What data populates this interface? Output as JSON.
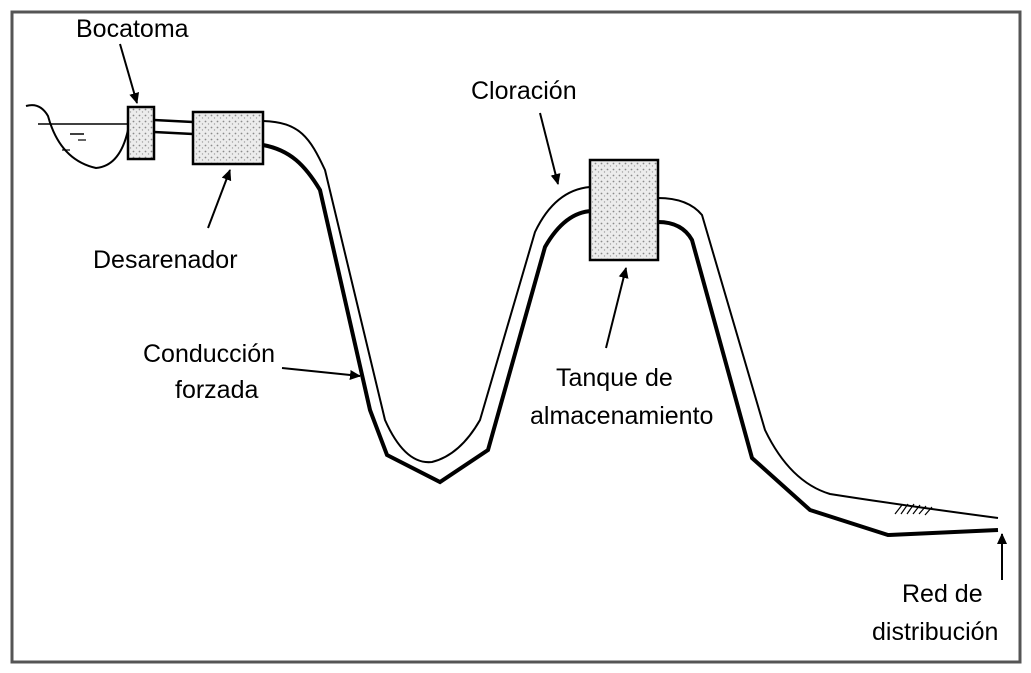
{
  "diagram": {
    "labels": {
      "bocatoma": "Bocatoma",
      "desarenador": "Desarenador",
      "cloracion": "Cloración",
      "conduccion_1": "Conducción",
      "conduccion_2": "forzada",
      "tanque_1": "Tanque de",
      "tanque_2": "almacenamiento",
      "red_1": "Red de",
      "red_2": "distribución"
    },
    "colors": {
      "line": "#000000",
      "fill_tank": "#e6e6e6",
      "background": "#ffffff"
    }
  }
}
